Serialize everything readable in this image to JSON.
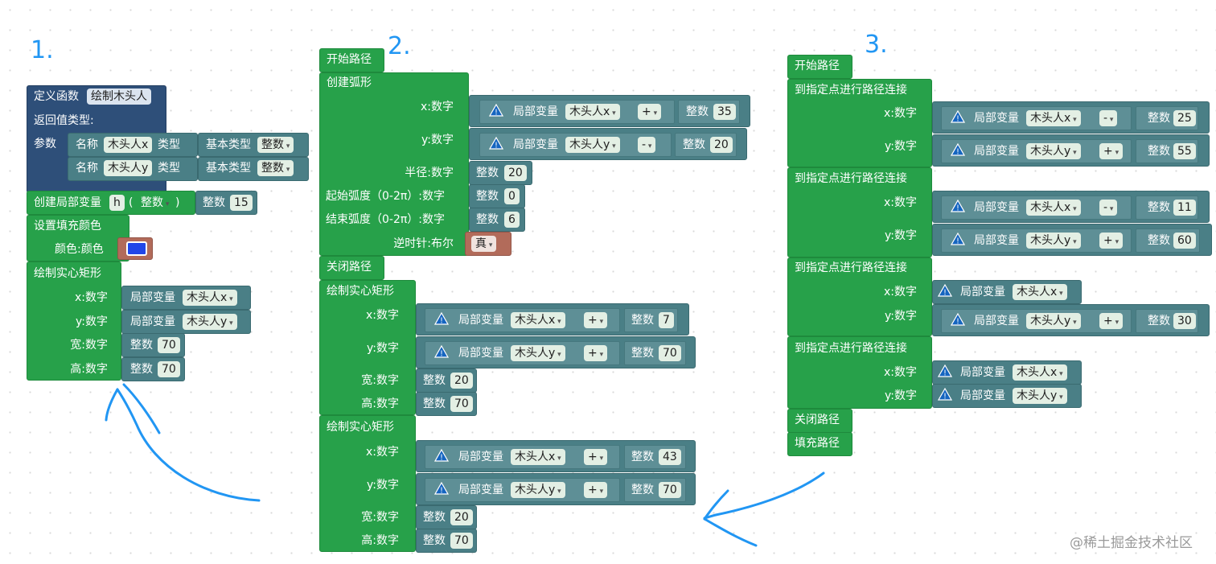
{
  "steps": {
    "s1": "1.",
    "s2": "2.",
    "s3": "3."
  },
  "labels": {
    "define_func": "定义函数",
    "return_type": "返回值类型:",
    "params": "参数",
    "name": "名称",
    "type": "类型",
    "basic_type": "基本类型",
    "create_local": "创建局部变量",
    "paren_open": "(",
    "paren_close": ")",
    "set_fill_color": "设置填充颜色",
    "color_color": "颜色:颜色",
    "draw_fill_rect": "绘制实心矩形",
    "x_num": "x:数字",
    "y_num": "y:数字",
    "w_num": "宽:数字",
    "h_num": "高:数字",
    "local_var": "局部变量",
    "integer": "整数",
    "begin_path": "开始路径",
    "create_arc": "创建弧形",
    "radius_num": "半径:数字",
    "start_arc": "起始弧度（0-2π）:数字",
    "end_arc": "结束弧度（0-2π）:数字",
    "ccw_bool": "逆时针:布尔",
    "close_path": "关闭路径",
    "line_to": "到指定点进行路径连接",
    "fill_path": "填充路径"
  },
  "values": {
    "func_name": "绘制木头人",
    "param1": "木头人x",
    "param2": "木头人y",
    "integer_type": "整数",
    "local_h": "h",
    "local_type": "整数",
    "v15": "15",
    "v70": "70",
    "v35": "35",
    "v20": "20",
    "v0": "0",
    "v6": "6",
    "v7": "7",
    "v43": "43",
    "v25": "25",
    "v55": "55",
    "v11": "11",
    "v60": "60",
    "v30": "30",
    "true_val": "真",
    "plus": "+",
    "minus": "-"
  },
  "colors": {
    "fill_swatch": "#2146e8"
  },
  "icons": {
    "warning": "warning-icon"
  },
  "watermark": "@稀土掘金技术社区"
}
